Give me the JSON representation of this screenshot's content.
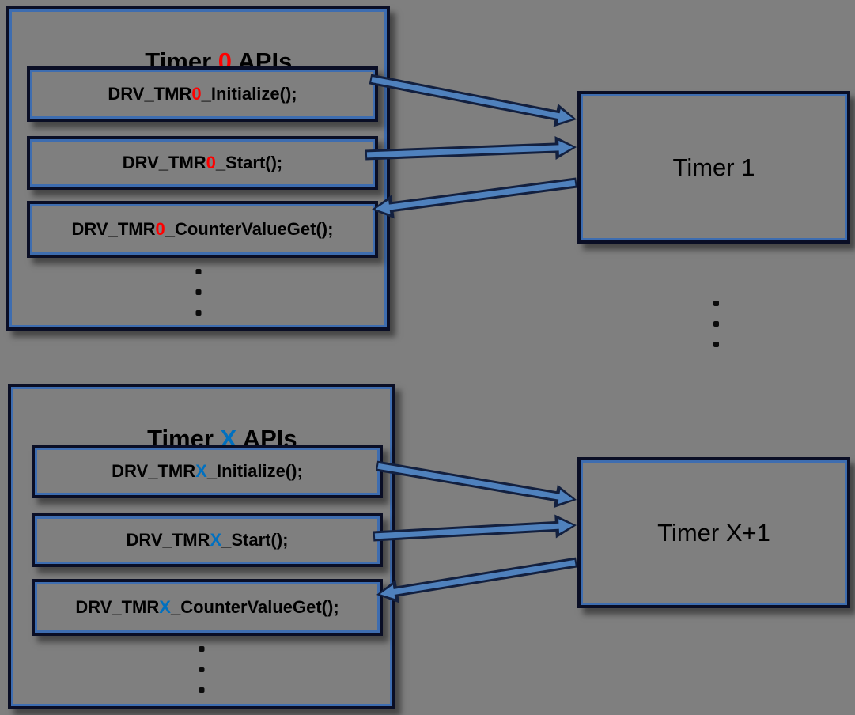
{
  "colors": {
    "background": "#7f7f7f",
    "box_border_dark": "#0a0e25",
    "box_border_blue": "#3e6db0",
    "var_red": "#ff0000",
    "var_blue": "#0070c0",
    "arrow_fill": "#4f81bd",
    "arrow_outline": "#13203f"
  },
  "groups": [
    {
      "title": {
        "pre": "Timer ",
        "var": "0",
        "post": " APIs"
      },
      "var_color": "#ff0000",
      "apis": [
        {
          "pre": "DRV_TMR",
          "var": "0",
          "post": "_Initialize();"
        },
        {
          "pre": "DRV_TMR",
          "var": "0",
          "post": "_Start();"
        },
        {
          "pre": "DRV_TMR",
          "var": "0",
          "post": "_CounterValueGet();"
        }
      ]
    },
    {
      "title": {
        "pre": "Timer ",
        "var": "X",
        "post": " APIs"
      },
      "var_color": "#0070c0",
      "apis": [
        {
          "pre": "DRV_TMR",
          "var": "X",
          "post": "_Initialize();"
        },
        {
          "pre": "DRV_TMR",
          "var": "X",
          "post": "_Start();"
        },
        {
          "pre": "DRV_TMR",
          "var": "X",
          "post": "_CounterValueGet();"
        }
      ]
    }
  ],
  "timers": [
    {
      "label": "Timer 1"
    },
    {
      "label": "Timer X+1"
    }
  ],
  "connections": [
    {
      "from": "DRV_TMR0_Initialize();",
      "to": "Timer 1"
    },
    {
      "from": "DRV_TMR0_Start();",
      "to": "Timer 1"
    },
    {
      "from": "Timer 1",
      "to": "DRV_TMR0_CounterValueGet();"
    },
    {
      "from": "DRV_TMRX_Initialize();",
      "to": "Timer X+1"
    },
    {
      "from": "DRV_TMRX_Start();",
      "to": "Timer X+1"
    },
    {
      "from": "Timer X+1",
      "to": "DRV_TMRX_CounterValueGet();"
    }
  ]
}
